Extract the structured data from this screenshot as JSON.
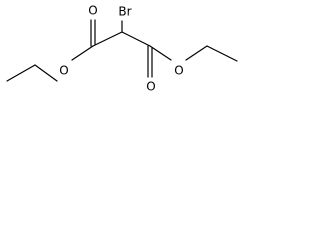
{
  "molecule": {
    "atoms": {
      "bromine": "Br",
      "carbonyl_oxygen_left": "O",
      "ester_oxygen_left": "O",
      "carbonyl_oxygen_right": "O",
      "ester_oxygen_right": "O"
    }
  }
}
